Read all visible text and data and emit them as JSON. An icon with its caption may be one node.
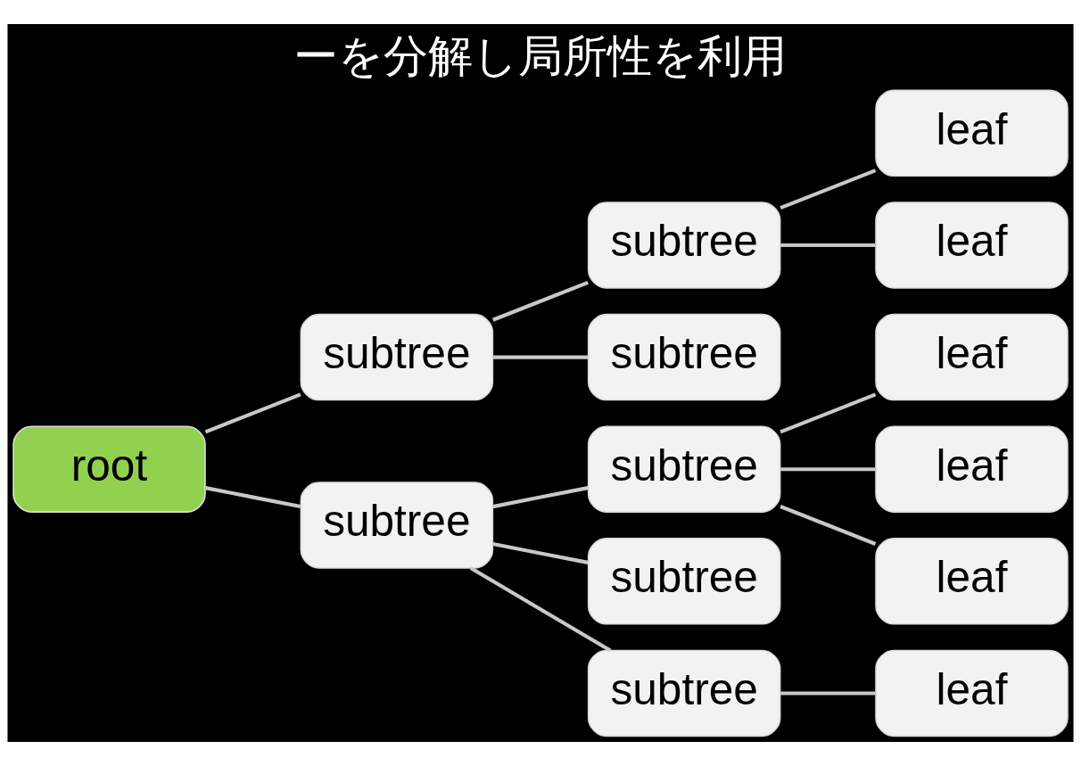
{
  "diagram": {
    "title": "ーを分解し局所性を利用",
    "nodes": [
      {
        "text": [
          "root"
        ]
      },
      {
        "text": [
          "subtree"
        ]
      },
      {
        "text": [
          "subtree"
        ]
      },
      {
        "text": [
          "subtree"
        ]
      },
      {
        "text": [
          "subtree"
        ]
      },
      {
        "text": [
          "subtree"
        ]
      },
      {
        "text": [
          "subtree"
        ]
      },
      {
        "text": [
          "subtree"
        ]
      },
      {
        "text": [
          "leaf"
        ]
      },
      {
        "text": [
          "leaf"
        ]
      },
      {
        "text": [
          "leaf"
        ]
      },
      {
        "text": [
          "leaf"
        ]
      },
      {
        "text": [
          "leaf"
        ]
      },
      {
        "text": [
          "leaf"
        ]
      }
    ],
    "edges": [
      {
        "from": 0,
        "to": 1,
        "arrow": "none"
      },
      {
        "from": 0,
        "to": 2,
        "arrow": "none"
      },
      {
        "from": 1,
        "to": 3,
        "arrow": "none"
      },
      {
        "from": 1,
        "to": 4,
        "arrow": "none"
      },
      {
        "from": 2,
        "to": 5,
        "arrow": "none"
      },
      {
        "from": 2,
        "to": 6,
        "arrow": "none"
      },
      {
        "from": 2,
        "to": 7,
        "arrow": "none"
      },
      {
        "from": 3,
        "to": 8,
        "arrow": "none"
      },
      {
        "from": 3,
        "to": 9,
        "arrow": "none"
      },
      {
        "from": 5,
        "to": 10,
        "arrow": "none"
      },
      {
        "from": 5,
        "to": 11,
        "arrow": "none"
      },
      {
        "from": 5,
        "to": 12,
        "arrow": "none"
      },
      {
        "from": 7,
        "to": 13,
        "arrow": "none"
      }
    ]
  }
}
